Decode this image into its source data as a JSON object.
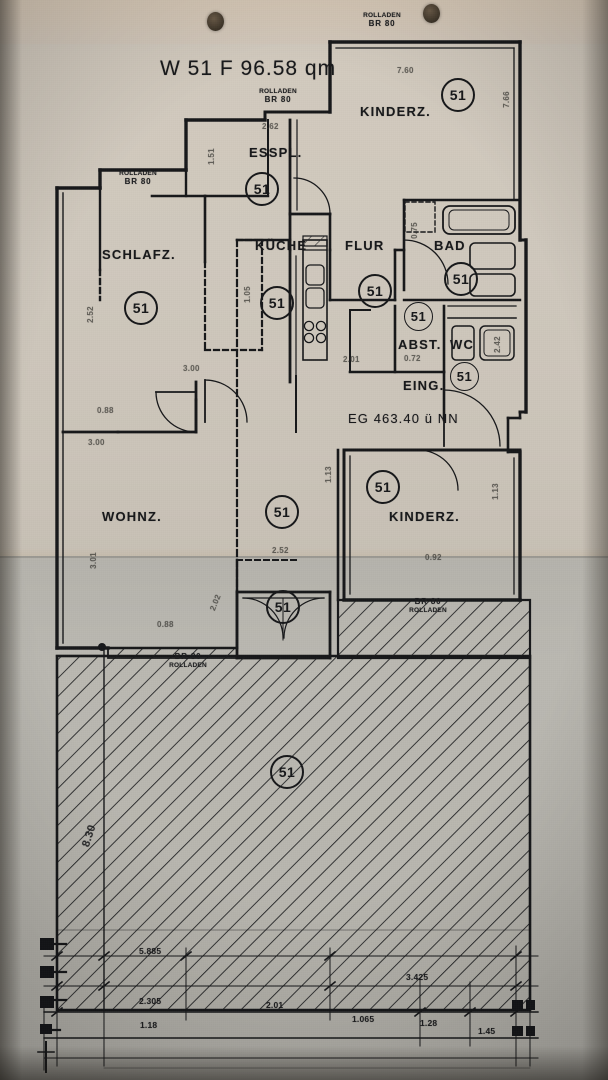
{
  "document": {
    "type": "architectural-floor-plan",
    "title": "W 51 F 96.58 qm",
    "elevation_note": "EG  463.40 ü NN",
    "unit_tag": "51",
    "medium": "scanned paper blueprint photograph"
  },
  "rooms": [
    {
      "id": "kinderz-top",
      "label": "KINDERZ.",
      "tag": "51"
    },
    {
      "id": "esspl",
      "label": "ESSPL.",
      "tag": "51"
    },
    {
      "id": "schlafz",
      "label": "SCHLAFZ.",
      "tag": "51"
    },
    {
      "id": "kueche",
      "label": "KÜCHE",
      "tag": "51"
    },
    {
      "id": "flur",
      "label": "FLUR",
      "tag": "51"
    },
    {
      "id": "bad",
      "label": "BAD",
      "tag": "51"
    },
    {
      "id": "abst",
      "label": "ABST.",
      "tag": "51"
    },
    {
      "id": "wc",
      "label": "WC",
      "tag": "51"
    },
    {
      "id": "eing",
      "label": "EING.",
      "tag": "51"
    },
    {
      "id": "wohnz",
      "label": "WOHNZ.",
      "tag": "51"
    },
    {
      "id": "kinderz-low",
      "label": "KINDERZ.",
      "tag": "51"
    },
    {
      "id": "balkon",
      "label": "",
      "tag": "51"
    },
    {
      "id": "terrasse",
      "label": "",
      "tag": "51"
    }
  ],
  "shutter_notes": [
    {
      "id": "roll-top-right",
      "line1": "ROLLADEN",
      "line2": "BR 80"
    },
    {
      "id": "roll-esspl",
      "line1": "ROLLADEN",
      "line2": "BR 80"
    },
    {
      "id": "roll-schlafz",
      "line1": "ROLLADEN",
      "line2": "BR 80"
    },
    {
      "id": "roll-wohnz",
      "line1": "BR 80",
      "line2": "ROLLADEN"
    },
    {
      "id": "roll-kinderz",
      "line1": "BR 80",
      "line2": "ROLLADEN"
    }
  ],
  "dimensions": {
    "faint": [
      "2.62",
      "1.51",
      "3.00",
      "2.01",
      "0.88",
      "3.00",
      "7.60",
      "7.66",
      "2.52",
      "0.92",
      "3.01",
      "0.88",
      "2.52",
      "1.05",
      "1.13",
      "0.72",
      "0.75",
      "2.42",
      "1.13",
      "2.02"
    ],
    "balcony_side": "8.30",
    "bottom_chain": [
      "5.885",
      "2.305",
      "1.18",
      "2.01",
      "1.065",
      "3.425",
      "1.28",
      "1.45"
    ]
  },
  "colors": {
    "ink": "#17181a",
    "paper_top": "#cfc8bd",
    "paper_bottom": "#b8b6af",
    "hatch": "#1b1c1e"
  }
}
